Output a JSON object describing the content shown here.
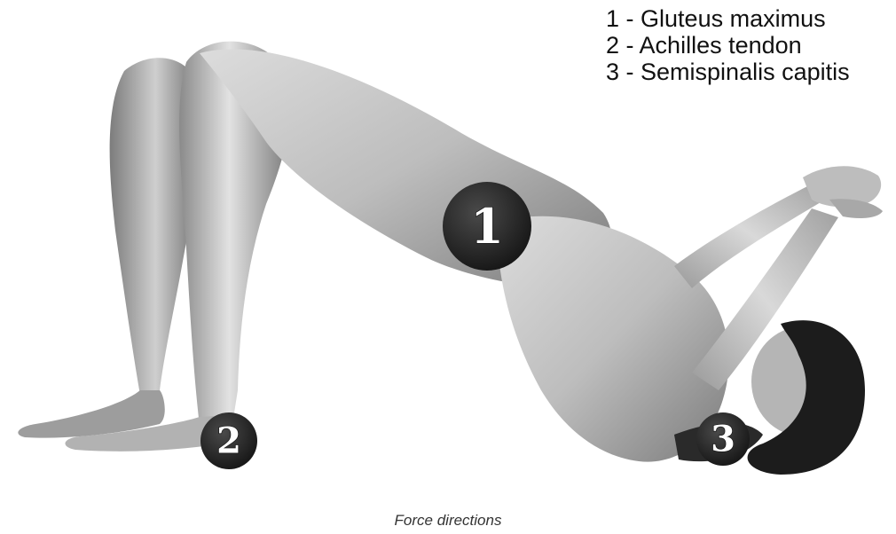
{
  "legend": [
    {
      "number": "1",
      "separator": " - ",
      "label": "Gluteus maximus"
    },
    {
      "number": "2",
      "separator": " - ",
      "label": "Achilles tendon"
    },
    {
      "number": "3",
      "separator": " - ",
      "label": "Semispinalis capitis"
    }
  ],
  "markers": {
    "gluteus": "1",
    "achilles": "2",
    "semispinalis": "3"
  },
  "caption": "Force directions",
  "colors": {
    "marker_fill": "#2a2a2a",
    "skin_light": "#e6e6e6",
    "skin_mid": "#b8b8b8",
    "skin_dark": "#6e6e6e",
    "hair": "#1c1c1c"
  }
}
